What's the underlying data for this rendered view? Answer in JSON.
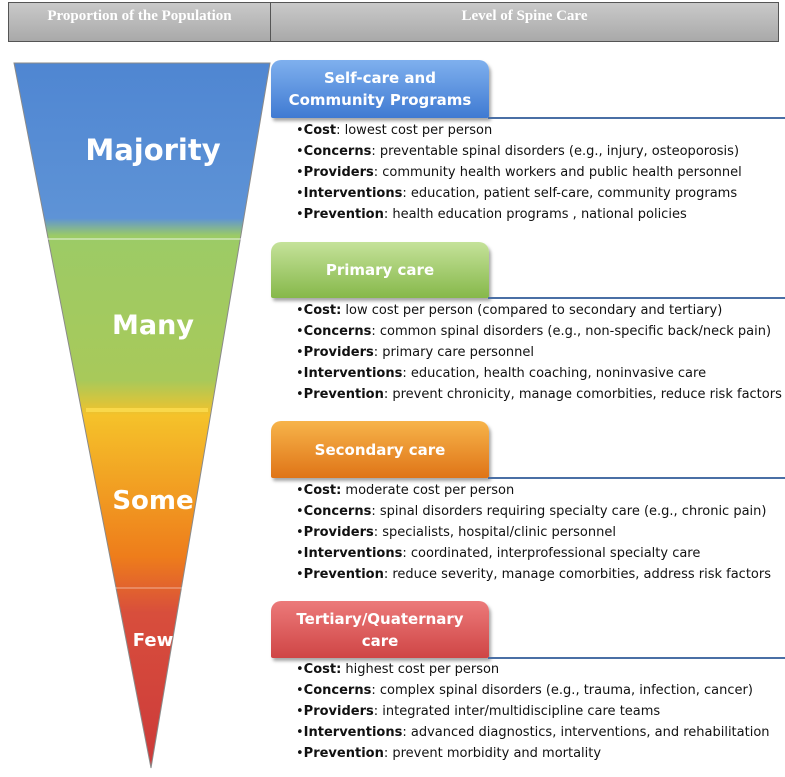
{
  "header": {
    "left": "Proportion of the Population",
    "right": "Level of Spine Care"
  },
  "tiers": [
    {
      "size_label": "Majority",
      "care_label": "Self-care and Community Programs",
      "color": "#5b8fd6",
      "details": [
        {
          "key": "Cost",
          "text": ": lowest cost per person"
        },
        {
          "key": "Concerns",
          "text": ": preventable spinal disorders (e.g., injury,  osteoporosis)"
        },
        {
          "key": "Providers",
          "text": ": community health workers and public health personnel"
        },
        {
          "key": "Interventions",
          "text": ": education, patient self-care, community programs"
        },
        {
          "key": "Prevention",
          "text": ": health education programs , national policies"
        }
      ]
    },
    {
      "size_label": "Many",
      "care_label": "Primary care",
      "color": "#9cc45e",
      "details": [
        {
          "key": "Cost:",
          "text": " low cost per person (compared to secondary and tertiary)"
        },
        {
          "key": "Concerns",
          "text": ": common spinal disorders (e.g., non-specific back/neck pain)"
        },
        {
          "key": "Providers",
          "text": ": primary care personnel"
        },
        {
          "key": "Interventions",
          "text": ": education, health coaching, noninvasive care"
        },
        {
          "key": "Prevention",
          "text": ": prevent chronicity, manage comorbities, reduce risk factors"
        }
      ]
    },
    {
      "size_label": "Some",
      "care_label": "Secondary care",
      "color": "#e98a1c",
      "details": [
        {
          "key": "Cost:",
          "text": " moderate cost per person"
        },
        {
          "key": "Concerns",
          "text": ": spinal disorders requiring specialty care (e.g., chronic pain)"
        },
        {
          "key": "Providers",
          "text": ": specialists, hospital/clinic personnel"
        },
        {
          "key": "Interventions",
          "text": ": coordinated, interprofessional specialty care"
        },
        {
          "key": "Prevention",
          "text": ": reduce severity, manage comorbities, address risk factors"
        }
      ]
    },
    {
      "size_label": "Few",
      "care_label": "Tertiary/Quaternary  care",
      "color": "#d94d4d",
      "details": [
        {
          "key": "Cost:",
          "text": " highest cost per person"
        },
        {
          "key": "Concerns",
          "text": ": complex spinal disorders (e.g., trauma, infection, cancer)"
        },
        {
          "key": "Providers",
          "text": ": integrated inter/multidiscipline care teams"
        },
        {
          "key": "Interventions",
          "text": ": advanced diagnostics, interventions, and rehabilitation"
        },
        {
          "key": "Prevention",
          "text": ": prevent morbidity and mortality"
        }
      ]
    }
  ]
}
